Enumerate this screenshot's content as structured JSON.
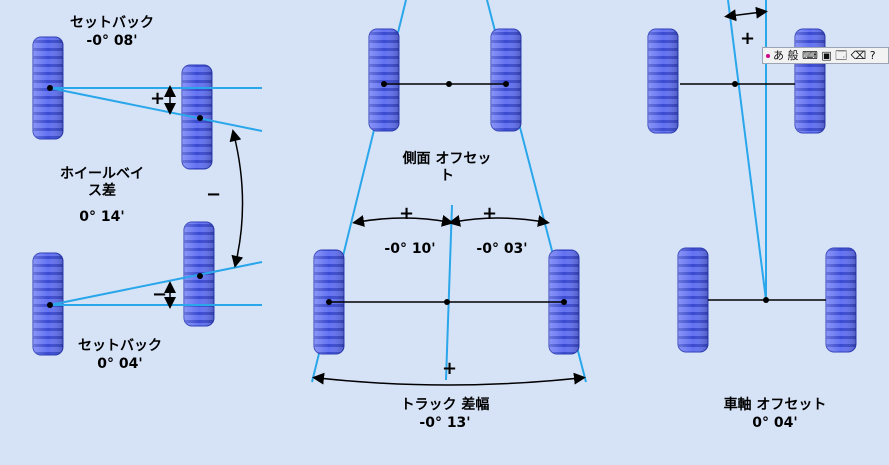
{
  "colors": {
    "background": "#d6e3f7",
    "tire": "#5c6cf0",
    "tire_tread": "#3242c8",
    "reference_line": "#2aa6ea",
    "axle_line": "#000000"
  },
  "panels": {
    "setback_left": {
      "front_title": "セットバック",
      "front_value": "-0° 08'",
      "wheelbase_title_line1": "ホイールベイ",
      "wheelbase_title_line2": "ス差",
      "wheelbase_value": "0° 14'",
      "rear_title": "セットバック",
      "rear_value": "0° 04'",
      "front_sign": "+",
      "middle_sign": "−",
      "rear_sign": "−"
    },
    "center": {
      "side_offset_line1": "側面 オフセッ",
      "side_offset_line2": "ト",
      "left_sign": "+",
      "right_sign": "+",
      "left_value": "-0° 10'",
      "right_value": "-0° 03'",
      "track_sign": "+",
      "track_title": "トラック 差幅",
      "track_value": "-0° 13'"
    },
    "axle_offset": {
      "sign": "+",
      "title": "車軸 オフセット",
      "value": "0° 04'"
    }
  },
  "ime_toolbar": {
    "text": "あ 般 ⌨ ▣ 🗔 ⌫ ?"
  }
}
